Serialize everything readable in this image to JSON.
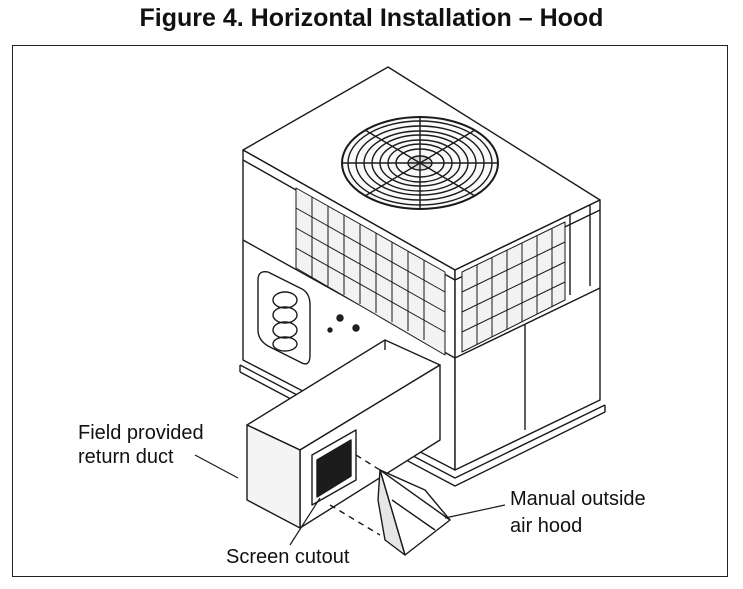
{
  "figure": {
    "title": "Figure 4. Horizontal Installation – Hood"
  },
  "callouts": {
    "return_duct_line1": "Field provided",
    "return_duct_line2": "return duct",
    "screen_cutout": "Screen cutout",
    "air_hood_line1": "Manual outside",
    "air_hood_line2": "air hood"
  }
}
